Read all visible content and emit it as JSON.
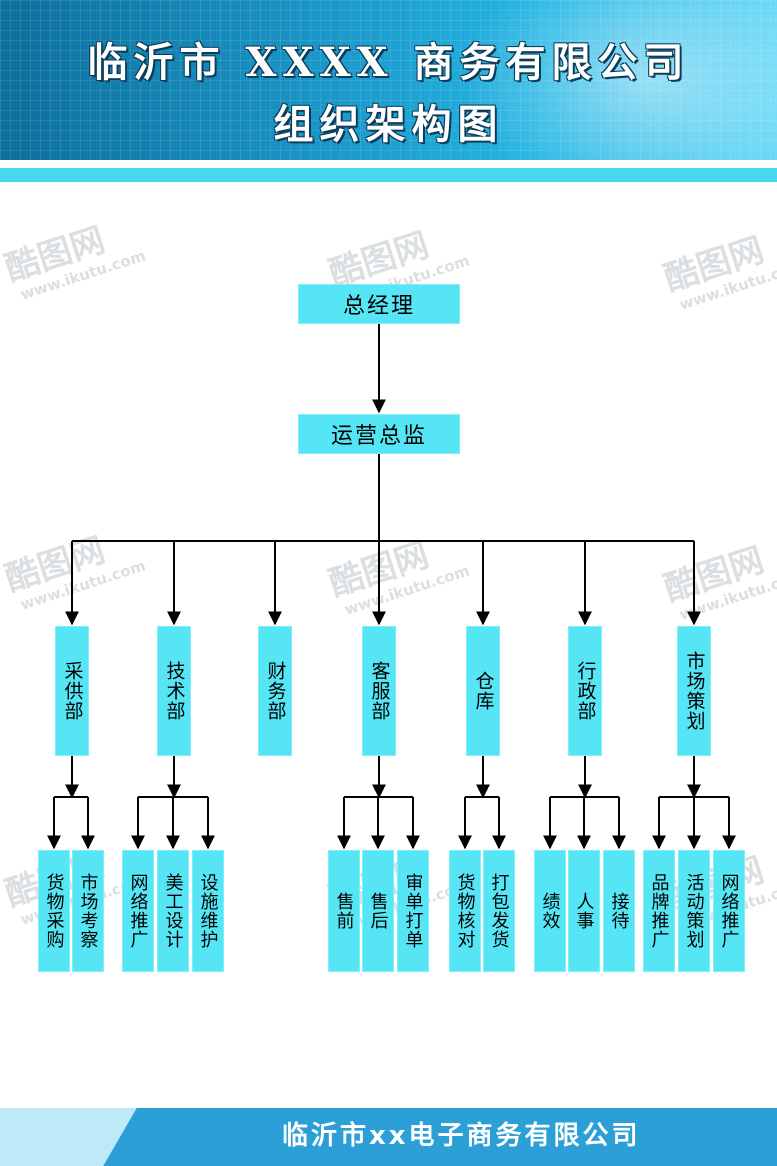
{
  "header": {
    "title_line1": "临沂市 XXXX 商务有限公司",
    "title_line2": "组织架构图"
  },
  "watermark": {
    "brand": "酷图网",
    "url": "www.ikutu.com"
  },
  "org": {
    "top": "总经理",
    "second": "运营总监",
    "departments": [
      {
        "name": "采供部",
        "children": [
          "货物采购",
          "市场考察"
        ]
      },
      {
        "name": "技术部",
        "children": [
          "网络推广",
          "美工设计",
          "设施维护"
        ]
      },
      {
        "name": "财务部",
        "children": []
      },
      {
        "name": "客服部",
        "children": [
          "售前",
          "售后",
          "审单打单"
        ]
      },
      {
        "name": "仓库",
        "children": [
          "货物核对",
          "打包发货"
        ]
      },
      {
        "name": "行政部",
        "children": [
          "绩效",
          "人事",
          "接待"
        ]
      },
      {
        "name": "市场策划",
        "children": [
          "品牌推广",
          "活动策划",
          "网络推广"
        ]
      }
    ]
  },
  "footer": {
    "company": "临沂市xx电子商务有限公司"
  },
  "colors": {
    "box": "#55e5f4",
    "header_dark": "#0d6f9c",
    "header_light": "#68d8f6",
    "stripe": "#47d8ee",
    "footer": "#2b9fd6"
  }
}
